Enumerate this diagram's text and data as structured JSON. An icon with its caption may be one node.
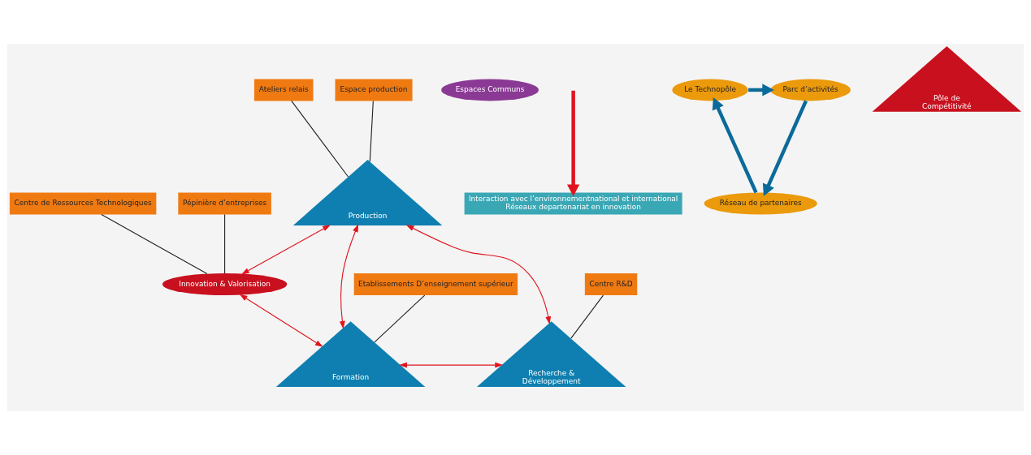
{
  "diagram": {
    "nodes": [
      {
        "text": [
          "Ateliers relais"
        ]
      },
      {
        "text": [
          "Espace production"
        ]
      },
      {
        "text": [
          "Production"
        ]
      },
      {
        "text": [
          "Centre de Ressources Technologiques"
        ]
      },
      {
        "text": [
          "Pépinière d’entreprises"
        ]
      },
      {
        "text": [
          "Innovation & Valorisation"
        ]
      },
      {
        "text": [
          "Etablissements D’enseignement supérieur"
        ]
      },
      {
        "text": [
          "Centre R&D"
        ]
      },
      {
        "text": [
          "Espaces Communs"
        ]
      },
      {
        "text": [
          "Formation"
        ]
      },
      {
        "text": [
          "Recherche & Développement"
        ]
      },
      {
        "text": [
          "Interaction avec l’environnementnational et international",
          "Réseaux departenariat en innovation"
        ]
      },
      {
        "text": [
          "Le Technopôle"
        ]
      },
      {
        "text": [
          "Parc d’activités"
        ]
      },
      {
        "text": [
          "Pôle de Compétitivité"
        ]
      },
      {
        "text": [
          "Réseau de partenaires"
        ]
      }
    ],
    "edges": [
      {
        "from": 0,
        "to": 2,
        "arrow": "none",
        "color": "#222222"
      },
      {
        "from": 1,
        "to": 2,
        "arrow": "none",
        "color": "#222222"
      },
      {
        "from": 2,
        "to": 9,
        "arrow": "both",
        "color": "#e0141e"
      },
      {
        "from": 2,
        "to": 5,
        "arrow": "both",
        "color": "#e0141e"
      },
      {
        "from": 2,
        "to": 10,
        "arrow": "both",
        "color": "#e0141e"
      },
      {
        "from": 3,
        "to": 5,
        "arrow": "none",
        "color": "#222222"
      },
      {
        "from": 4,
        "to": 5,
        "arrow": "none",
        "color": "#222222"
      },
      {
        "from": 5,
        "to": 9,
        "arrow": "both",
        "color": "#e0141e"
      },
      {
        "from": 6,
        "to": 9,
        "arrow": "none",
        "color": "#222222"
      },
      {
        "from": 7,
        "to": 10,
        "arrow": "none",
        "color": "#222222"
      },
      {
        "from": 9,
        "to": 10,
        "arrow": "both",
        "color": "#e0141e"
      },
      {
        "from": null,
        "to": 11,
        "arrow": "to",
        "style": "thick",
        "color": "#e0141e"
      },
      {
        "from": 12,
        "to": 13,
        "arrow": "to",
        "style": "thick",
        "color": "#0b6a9a"
      },
      {
        "from": 13,
        "to": 15,
        "arrow": "to",
        "style": "thick",
        "color": "#0b6a9a"
      },
      {
        "from": 15,
        "to": 12,
        "arrow": "to",
        "style": "thick",
        "color": "#0b6a9a"
      }
    ]
  }
}
